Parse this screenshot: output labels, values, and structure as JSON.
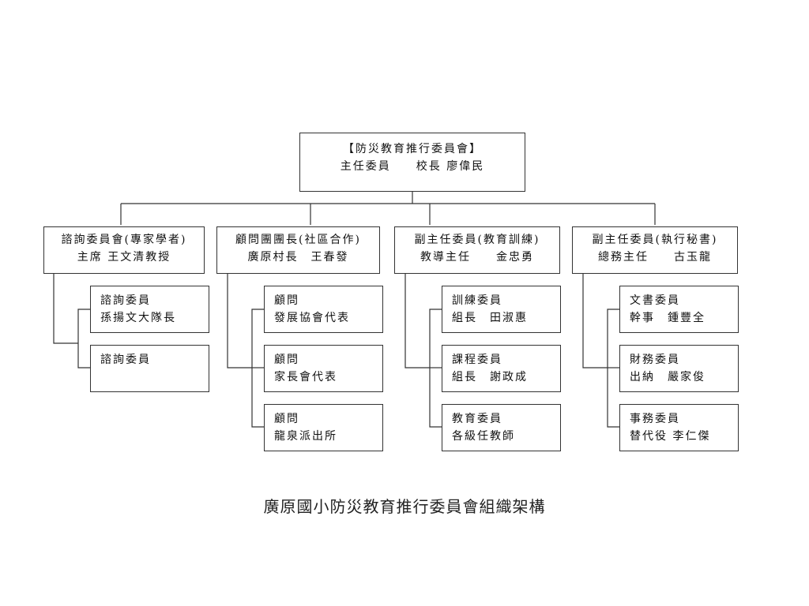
{
  "chart": {
    "root": {
      "line1": "【防災教育推行委員會】",
      "line2": "主任委員　　校長 廖偉民"
    },
    "branches": [
      {
        "line1": "諮詢委員會(專家學者)",
        "line2": "主席 王文清教授",
        "members": [
          {
            "line1": "諮詢委員",
            "line2": "孫揚文大隊長"
          },
          {
            "line1": "諮詢委員",
            "line2": ""
          }
        ]
      },
      {
        "line1": "顧問團團長(社區合作)",
        "line2": "廣原村長　王春發",
        "members": [
          {
            "line1": "顧問",
            "line2": "發展協會代表"
          },
          {
            "line1": "顧問",
            "line2": "家長會代表"
          },
          {
            "line1": "顧問",
            "line2": "龍泉派出所"
          }
        ]
      },
      {
        "line1": "副主任委員(教育訓練)",
        "line2": "教導主任　　金忠勇",
        "members": [
          {
            "line1": "訓練委員",
            "line2": "組長　田淑惠"
          },
          {
            "line1": "課程委員",
            "line2": "組長　謝政成"
          },
          {
            "line1": "教育委員",
            "line2": "各級任教師"
          }
        ]
      },
      {
        "line1": "副主任委員(執行秘書)",
        "line2": "總務主任　　古玉龍",
        "members": [
          {
            "line1": "文書委員",
            "line2": "幹事　鍾豐全"
          },
          {
            "line1": "財務委員",
            "line2": "出納　嚴家俊"
          },
          {
            "line1": "事務委員",
            "line2": "替代役 李仁傑"
          }
        ]
      }
    ]
  },
  "caption": "廣原國小防災教育推行委員會組織架構"
}
